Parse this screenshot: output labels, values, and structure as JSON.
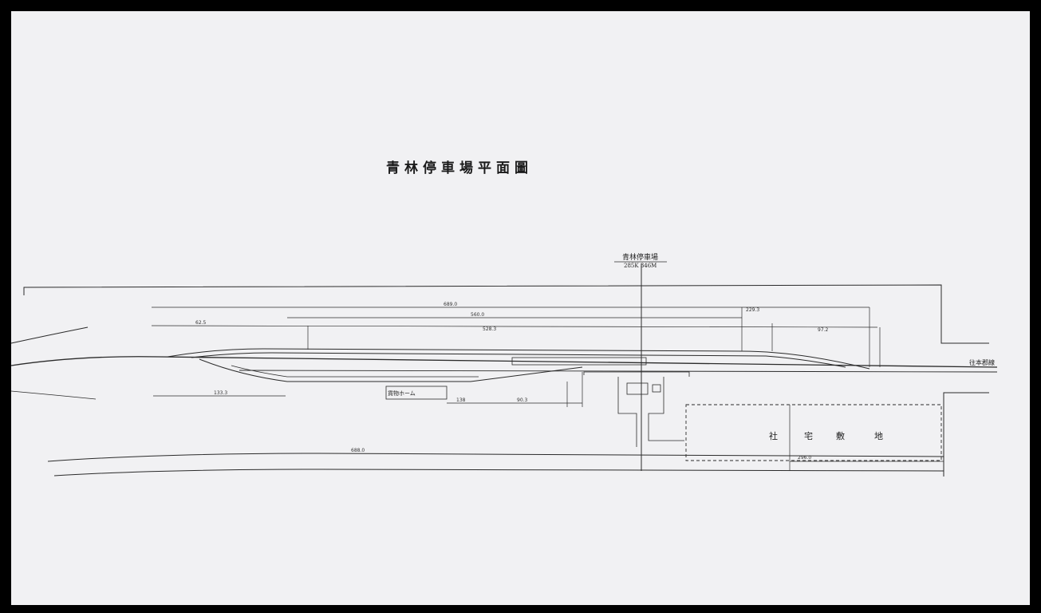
{
  "title": "青林停車場平面圖",
  "station_label": "青林停車場",
  "station_chainage": "285K 346M",
  "direction_label": "往本郡線",
  "warehouse_label": "貨物ホーム",
  "land_chars": [
    "社",
    "宅",
    "敷",
    "地"
  ],
  "dimensions": {
    "top_total": "689.0",
    "right_top": "229.3",
    "inner_top": "560.0",
    "inner_2": "528.3",
    "left_1": "62.5",
    "right_inner": "97.2",
    "lower_left": "133.3",
    "lower_mid": "138",
    "lower_mid2": "90.3",
    "bottom_long": "688.0",
    "bottom_right": "296.0"
  }
}
